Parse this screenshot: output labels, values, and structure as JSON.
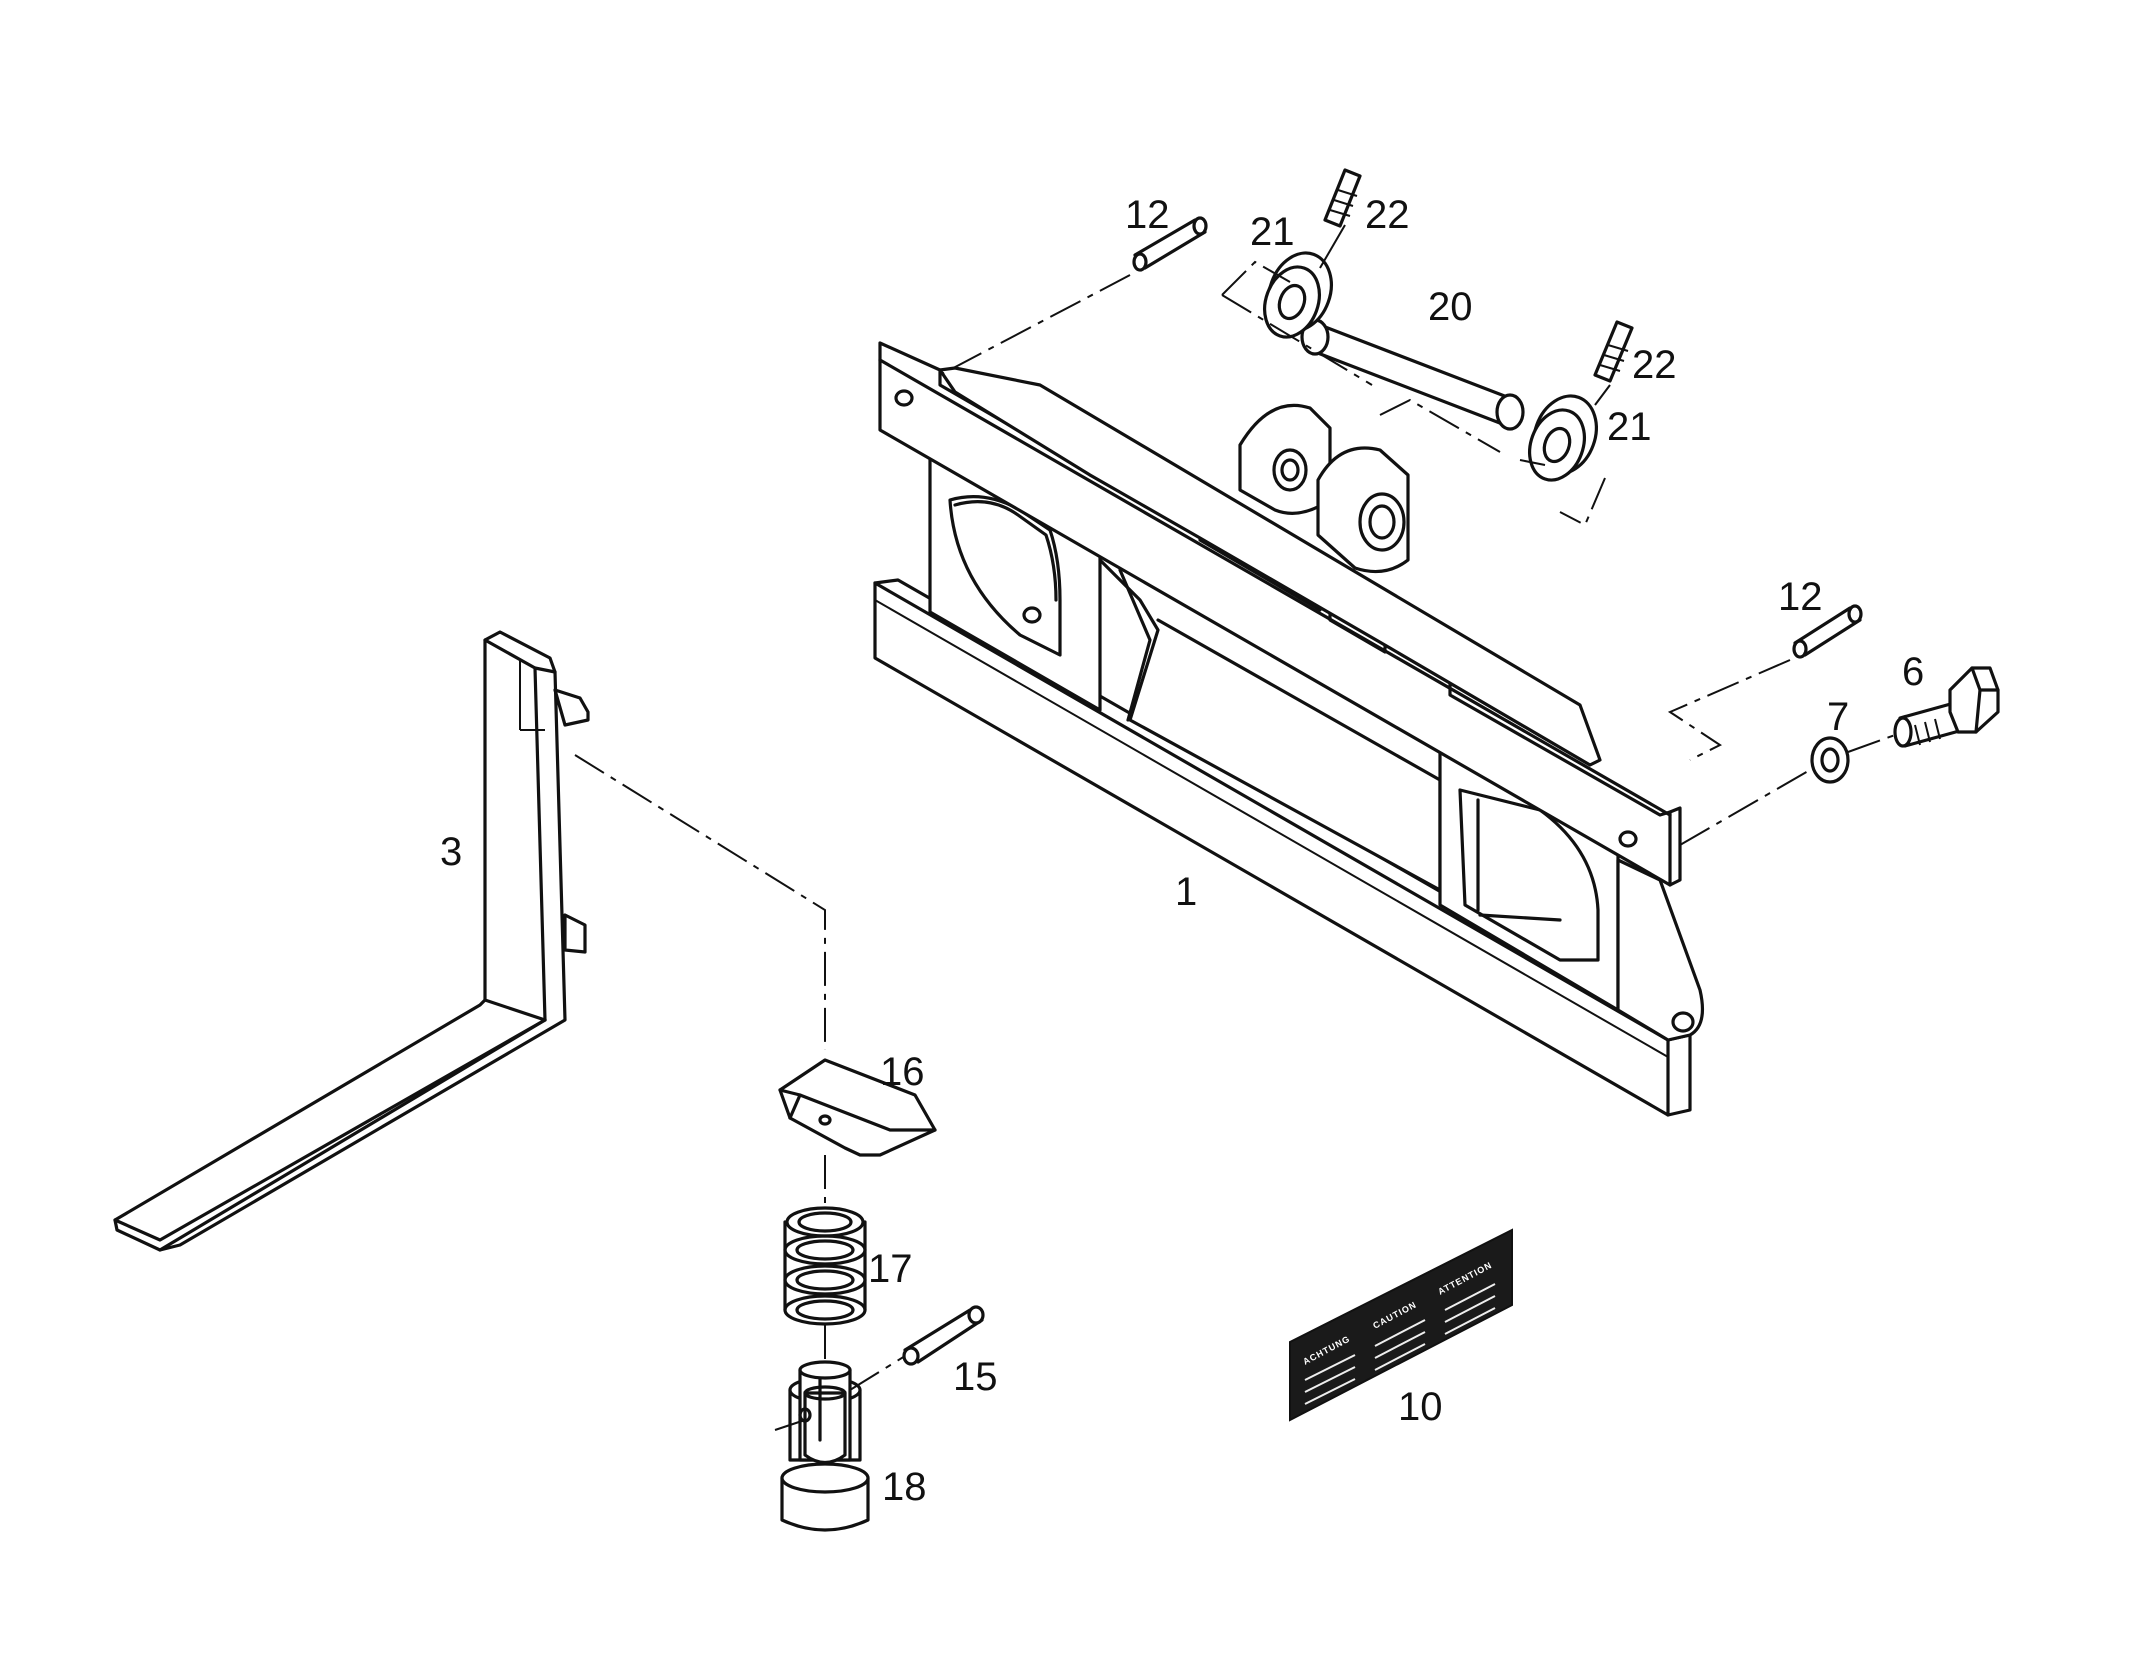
{
  "callouts": {
    "p1": "1",
    "p3": "3",
    "p6": "6",
    "p7": "7",
    "p10": "10",
    "p12a": "12",
    "p12b": "12",
    "p15": "15",
    "p16": "16",
    "p17": "17",
    "p18": "18",
    "p20": "20",
    "p21a": "21",
    "p21b": "21",
    "p22a": "22",
    "p22b": "22"
  },
  "decal": {
    "panel1": "ACHTUNG",
    "panel2": "CAUTION",
    "panel3": "ATTENTION"
  }
}
